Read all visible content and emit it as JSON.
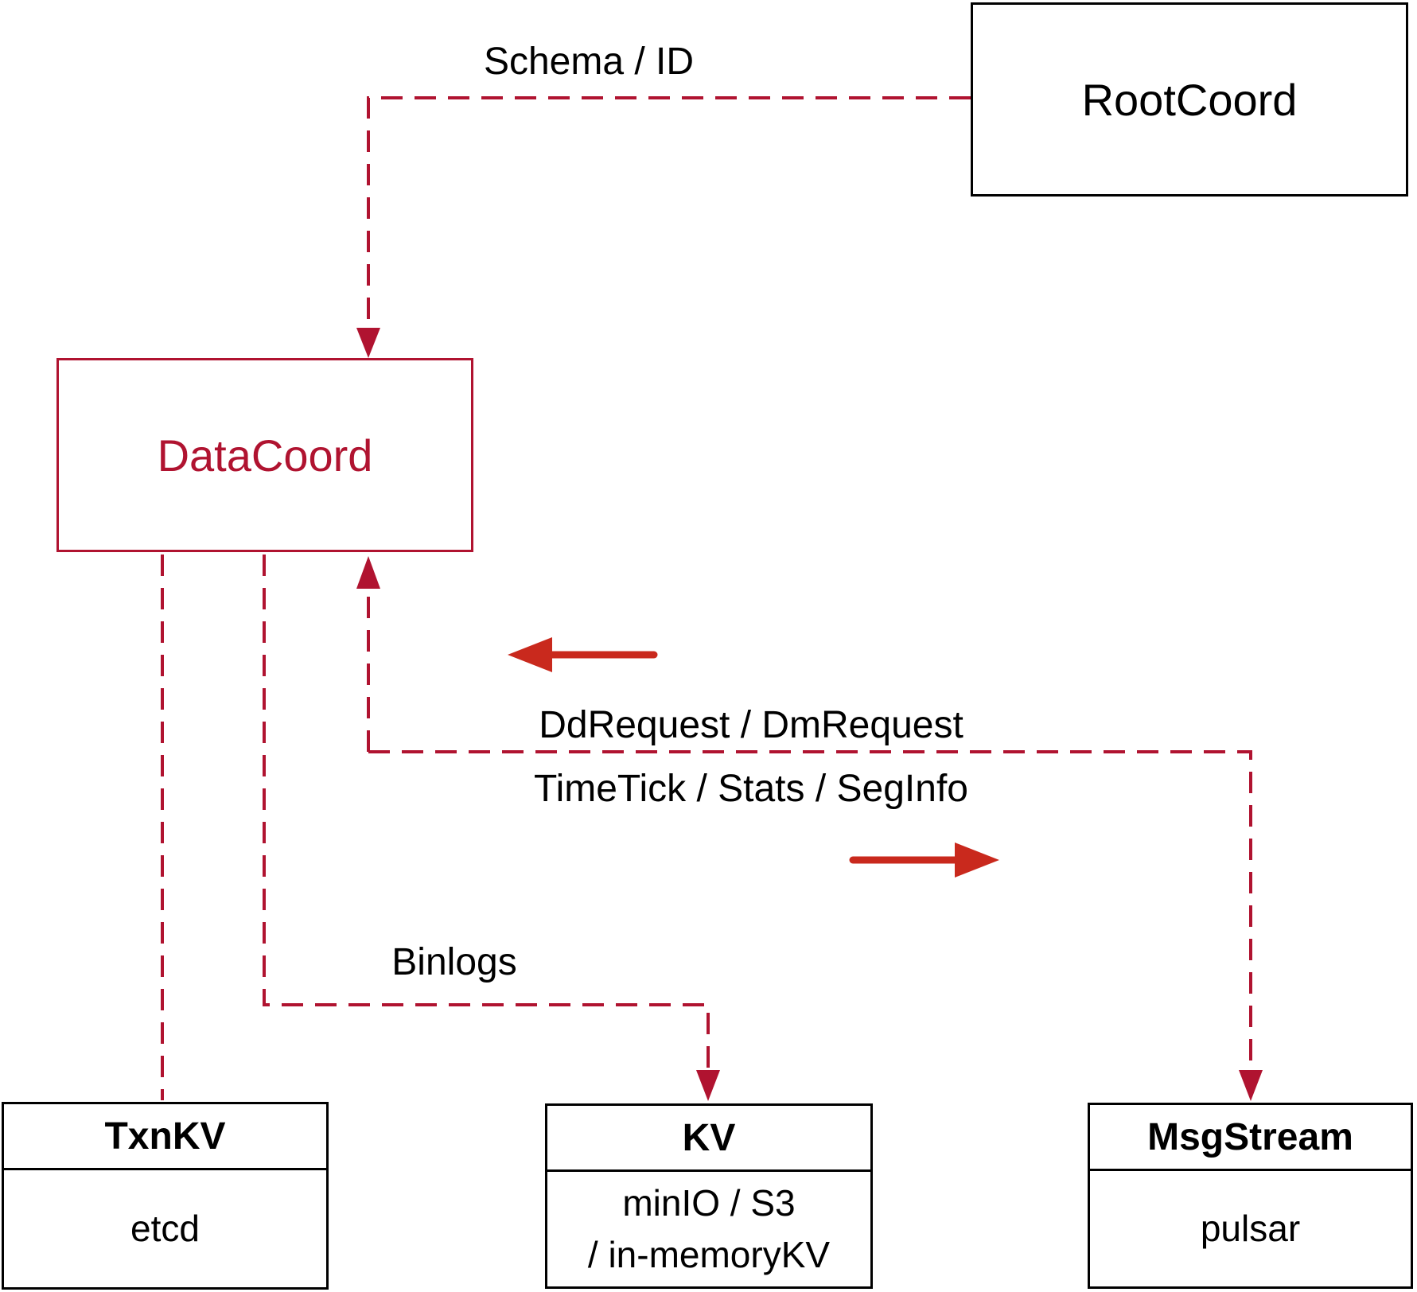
{
  "colors": {
    "line": "#b01330",
    "solid_arrow": "#c9291d",
    "border": "#000000",
    "text": "#000000",
    "background": "#ffffff"
  },
  "boxes": {
    "rootcoord": {
      "label": "RootCoord"
    },
    "datacoord": {
      "label": "DataCoord"
    },
    "txnkv": {
      "title": "TxnKV",
      "body": "etcd"
    },
    "kv": {
      "title": "KV",
      "body_line1": "minIO / S3",
      "body_line2": "/ in-memoryKV"
    },
    "msgstream": {
      "title": "MsgStream",
      "body": "pulsar"
    }
  },
  "edge_labels": {
    "schema_id": "Schema / ID",
    "dd_request": "DdRequest / DmRequest",
    "time_tick": "TimeTick / Stats / SegInfo",
    "binlogs": "Binlogs"
  }
}
